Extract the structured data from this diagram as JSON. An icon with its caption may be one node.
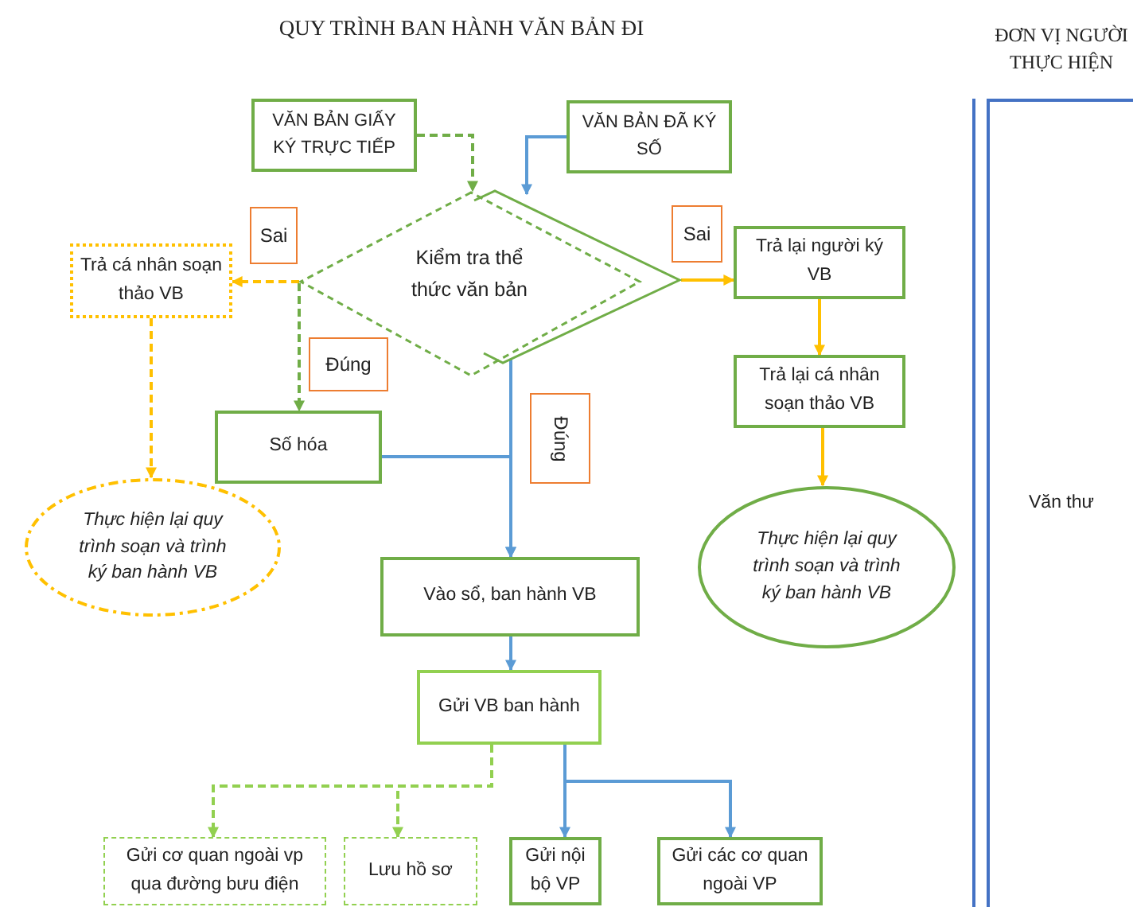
{
  "diagram": {
    "title": "QUY TRÌNH BAN HÀNH VĂN BẢN ĐI",
    "nodes": [
      {
        "text": [
          "VĂN BẢN GIẤY KÝ TRỰC TIẾP"
        ]
      },
      {
        "text": [
          "VĂN BẢN ĐÃ KÝ SỐ"
        ]
      },
      {
        "text": [
          "Kiểm tra thể thức văn bản"
        ]
      },
      {
        "text": [
          "Trả cá nhân soạn thảo VB"
        ]
      },
      {
        "text": [
          "Trả lại người ký VB"
        ]
      },
      {
        "text": [
          "Số hóa"
        ]
      },
      {
        "text": [
          "Trả lại cá nhân soạn thảo VB"
        ]
      },
      {
        "text": [
          "Thực hiện lại quy trình soạn và trình ký ban hành VB"
        ]
      },
      {
        "text": [
          "Thực hiện lại quy trình soạn và trình ký ban hành VB"
        ]
      },
      {
        "text": [
          "Vào sổ, ban hành VB"
        ]
      },
      {
        "text": [
          "Gửi VB ban hành"
        ]
      },
      {
        "text": [
          "Gửi cơ quan ngoài vp qua đường bưu điện"
        ]
      },
      {
        "text": [
          "Lưu hồ sơ"
        ]
      },
      {
        "text": [
          "Gửi nội bộ VP"
        ]
      },
      {
        "text": [
          "Gửi các cơ quan ngoài VP"
        ]
      },
      {
        "text": [
          "Văn thư"
        ]
      }
    ],
    "edges": [
      {
        "from": 0,
        "to": 2,
        "arrow": "to",
        "style": "dashed",
        "color": "#70ad47"
      },
      {
        "from": 1,
        "to": 2,
        "arrow": "to"
      },
      {
        "from": 2,
        "to": 3,
        "arrow": "to",
        "label": "Sai",
        "style": "dashed",
        "color": "#ffc000"
      },
      {
        "from": 2,
        "to": 4,
        "arrow": "to",
        "label": "Sai",
        "color": "#ffc000"
      },
      {
        "from": 2,
        "to": 5,
        "arrow": "to",
        "label": "Đúng",
        "style": "dashed",
        "color": "#70ad47"
      },
      {
        "from": 2,
        "to": 9,
        "arrow": "to",
        "label": "Đúng"
      },
      {
        "from": 5,
        "to": 9,
        "arrow": "to"
      },
      {
        "from": 4,
        "to": 6,
        "arrow": "to",
        "color": "#ffc000"
      },
      {
        "from": 6,
        "to": 8,
        "arrow": "to",
        "color": "#ffc000"
      },
      {
        "from": 3,
        "to": 7,
        "arrow": "to",
        "style": "dashed",
        "color": "#ffc000"
      },
      {
        "from": 9,
        "to": 10,
        "arrow": "to"
      },
      {
        "from": 10,
        "to": 11,
        "arrow": "to",
        "style": "dashed",
        "color": "#92d050"
      },
      {
        "from": 10,
        "to": 12,
        "arrow": "to",
        "style": "dashed",
        "color": "#92d050"
      },
      {
        "from": 10,
        "to": 13,
        "arrow": "to"
      },
      {
        "from": 10,
        "to": 14,
        "arrow": "to"
      }
    ],
    "labels": [
      "ĐƠN VỊ NGƯỜI THỰC HIỆN"
    ]
  }
}
